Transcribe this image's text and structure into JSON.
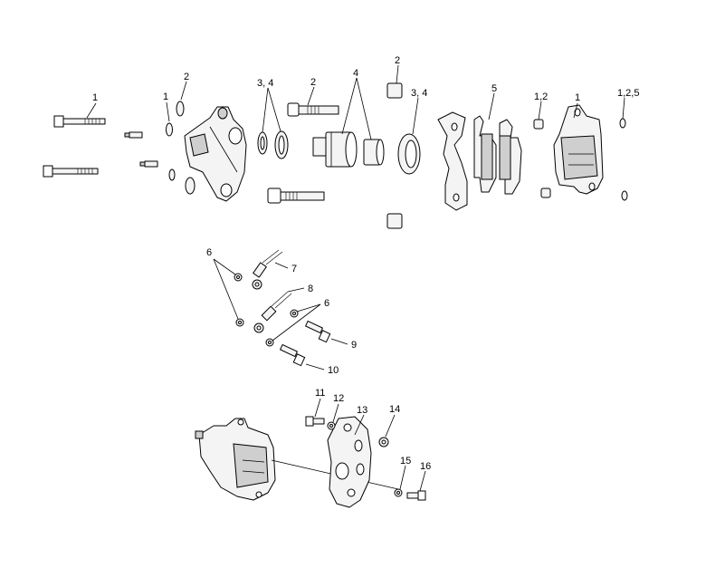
{
  "callouts": {
    "c1_bolt_top": "1",
    "c1_washer": "1",
    "c2_washer_top": "2",
    "c34_seals": "3, 4",
    "c2_pin": "2",
    "c4_pistons": "4",
    "c2_bushing": "2",
    "c34_seal_right": "3, 4",
    "c5_pads": "5",
    "c12": "1,2",
    "c1_caliper": "1",
    "c125": "1,2,5",
    "c6_top": "6",
    "c7": "7",
    "c8": "8",
    "c6_right": "6",
    "c9": "9",
    "c10": "10",
    "c11": "11",
    "c12_washer": "12",
    "c13": "13",
    "c14": "14",
    "c15": "15",
    "c16": "16"
  },
  "colors": {
    "line": "#000000",
    "part_fill": "#f4f4f4",
    "shade": "#cfcfcf",
    "background": "#ffffff"
  }
}
